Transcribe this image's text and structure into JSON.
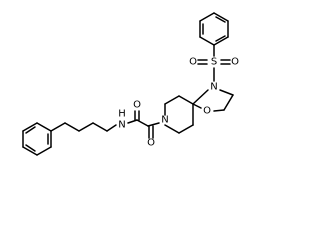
{
  "molecule": {
    "atom_labels": {
      "s1": "S",
      "o_s1": "O",
      "o_s2": "O",
      "n_sulfonyl": "N",
      "o_ring": "O",
      "n_piperidine": "N",
      "o_keto": "O",
      "o_amide": "O",
      "n_amide": "N",
      "h_amide": "H"
    }
  }
}
